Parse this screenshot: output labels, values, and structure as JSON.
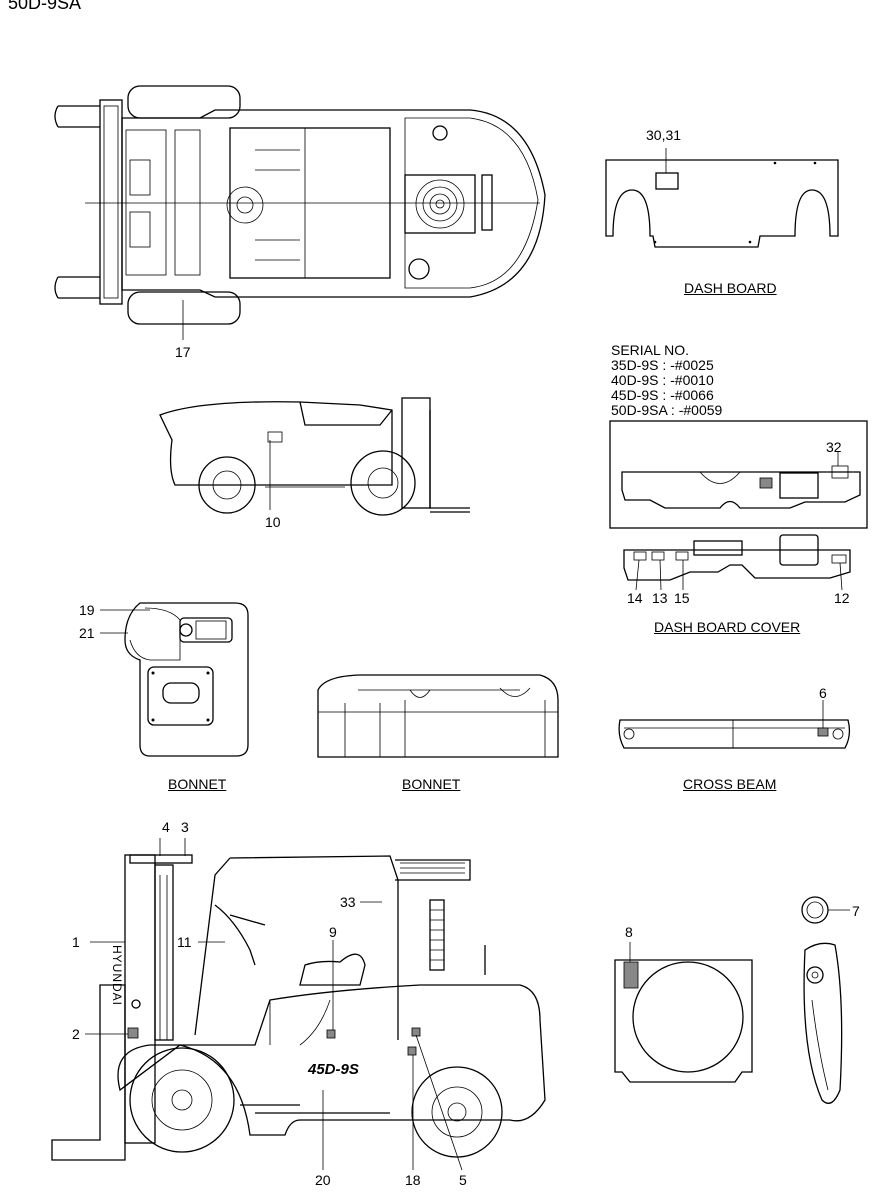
{
  "header": {
    "model_label": "50D-9SA"
  },
  "captions": {
    "dash_board": "DASH BOARD",
    "dash_board_cover": "DASH BOARD COVER",
    "bonnet_left": "BONNET",
    "bonnet_right": "BONNET",
    "cross_beam": "CROSS BEAM"
  },
  "serial": {
    "heading": "SERIAL NO.",
    "lines": [
      "35D-9S : -#0025",
      "40D-9S : -#0010",
      "45D-9S : -#0066",
      "50D-9SA : -#0059"
    ]
  },
  "callouts": {
    "c30_31": "30,31",
    "c17": "17",
    "c10": "10",
    "c32": "32",
    "c14": "14",
    "c13": "13",
    "c15": "15",
    "c12": "12",
    "c19": "19",
    "c21": "21",
    "c6": "6",
    "c4": "4",
    "c3": "3",
    "c1": "1",
    "c11": "11",
    "c33": "33",
    "c9": "9",
    "c2": "2",
    "c8": "8",
    "c7": "7",
    "c20": "20",
    "c18": "18",
    "c5": "5"
  },
  "decals": {
    "mast_brand": "HYUNDAI",
    "model_decal": "45D-9S"
  }
}
